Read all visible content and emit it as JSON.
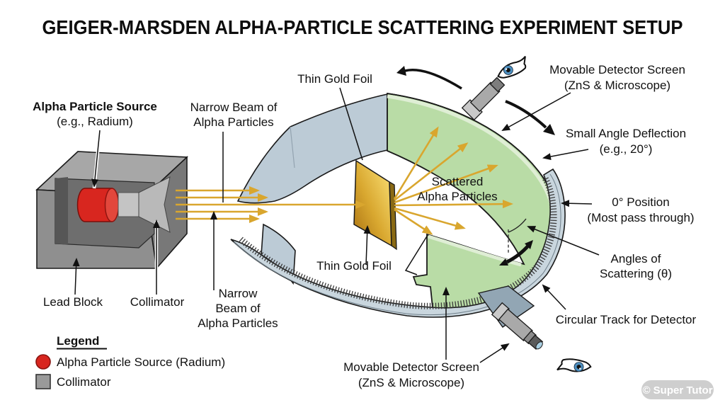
{
  "title": "GEIGER-MARSDEN ALPHA-PARTICLE SCATTERING EXPERIMENT SETUP",
  "colors": {
    "beam": "#D9A62E",
    "screen_green": "#B9DCA6",
    "screen_green_edge": "#DFEED5",
    "band_blue": "#BCCBD6",
    "track_fill": "#C9D6DE",
    "block_front": "#8F8F8F",
    "block_top": "#A7A7A7",
    "block_side": "#787878",
    "cavity_gray": "#6E6E6E",
    "source_red": "#D8261F",
    "mount_blue": "#92A6B4",
    "iris_blue": "#4D8FC0",
    "watermark_bg": "#C6C6C6"
  },
  "labels": {
    "thin_gold_foil_top": "Thin Gold Foil",
    "thin_gold_foil_bottom": "Thin Gold Foil",
    "narrow_beam_top": {
      "line1": "Narrow Beam of",
      "line2": "Alpha Particles"
    },
    "narrow_beam_bottom": {
      "line1": "Narrow",
      "line2": "Beam of",
      "line3": "Alpha Particles"
    },
    "alpha_source": {
      "line1": "Alpha Particle Source",
      "line2": "(e.g., Radium)"
    },
    "lead_block": "Lead Block",
    "collimator": "Collimator",
    "scattered": {
      "line1": "Scattered",
      "line2": "Alpha Particles"
    },
    "movable_detector_top": {
      "line1": "Movable Detector Screen",
      "line2": "(ZnS & Microscope)"
    },
    "small_angle": {
      "line1": "Small Angle Deflection",
      "line2": "(e.g., 20°)"
    },
    "zero_position": {
      "line1": "0° Position",
      "line2": "(Most pass through)"
    },
    "angles_scattering": {
      "line1": "Angles of",
      "line2": "Scattering (θ)"
    },
    "circular_track": "Circular Track for Detector",
    "movable_detector_bottom": {
      "line1": "Movable Detector Screen",
      "line2": "(ZnS & Microscope)"
    }
  },
  "legend": {
    "heading": "Legend",
    "items": [
      {
        "swatch": "red-circle",
        "label": "Alpha Particle Source (Radium)"
      },
      {
        "swatch": "gray-square",
        "label": "Collimator"
      }
    ]
  },
  "watermark": "© Super Tutor"
}
